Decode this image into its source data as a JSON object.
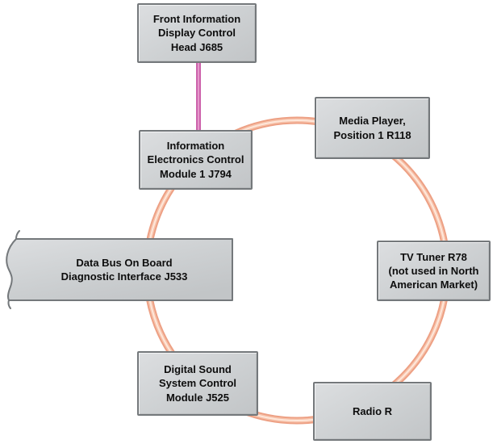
{
  "diagram": {
    "background": "#ffffff",
    "nodes": [
      {
        "id": "front-display-control-head",
        "label": "Front Information\nDisplay Control\nHead J685"
      },
      {
        "id": "information-electronics-control-module",
        "label": "Information\nElectronics Control\nModule 1 J794"
      },
      {
        "id": "media-player",
        "label": "Media Player,\nPosition 1 R118"
      },
      {
        "id": "tv-tuner",
        "label": "TV Tuner R78\n(not used in North\nAmerican Market)"
      },
      {
        "id": "radio",
        "label": "Radio R"
      },
      {
        "id": "digital-sound-system-control-module",
        "label": "Digital Sound\nSystem Control\nModule J525"
      },
      {
        "id": "data-bus-diagnostic-interface",
        "label": "Data Bus On Board\nDiagnostic Interface J533"
      }
    ],
    "connections": {
      "ring_members": [
        "information-electronics-control-module",
        "media-player",
        "tv-tuner",
        "radio",
        "digital-sound-system-control-module",
        "data-bus-diagnostic-interface"
      ],
      "links": [
        {
          "from": "front-display-control-head",
          "to": "information-electronics-control-module",
          "style": "pink-line"
        }
      ]
    },
    "colors": {
      "ring_edge": "#eda084",
      "ring_mid": "#f7c3ab",
      "ring_core": "#fee7da",
      "link_pink": "#cd63ac",
      "link_pink_core": "#e598cb",
      "box_fill_light": "#dcdee0",
      "box_fill_dark": "#c2c5c7",
      "box_border": "#74787b",
      "text": "#0d0d0d"
    }
  }
}
